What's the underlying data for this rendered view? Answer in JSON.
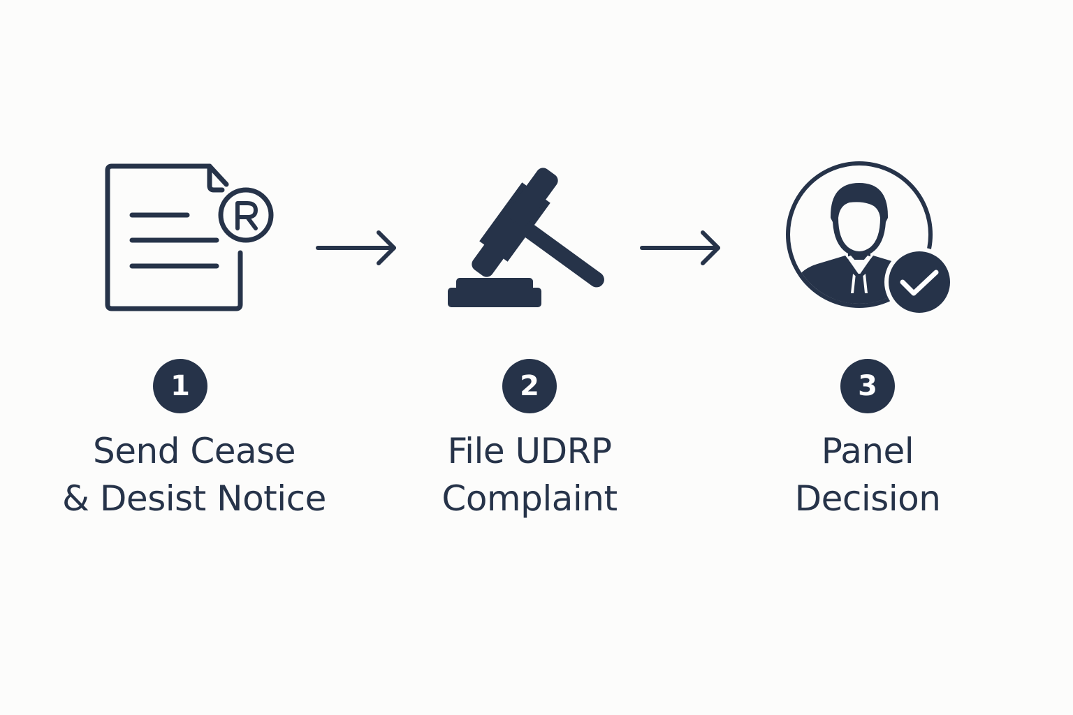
{
  "colors": {
    "background": "#fcfcfb",
    "ink": "#263349"
  },
  "steps": [
    {
      "number": "1",
      "icon": "trademark-document-icon",
      "label_lines": [
        "Send Cease",
        "& Desist Notice"
      ]
    },
    {
      "number": "2",
      "icon": "gavel-icon",
      "label_lines": [
        "File UDRP",
        "Complaint"
      ]
    },
    {
      "number": "3",
      "icon": "approved-person-icon",
      "label_lines": [
        "Panel",
        "Decision"
      ]
    }
  ],
  "connectors": [
    "arrow-right-icon",
    "arrow-right-icon"
  ]
}
